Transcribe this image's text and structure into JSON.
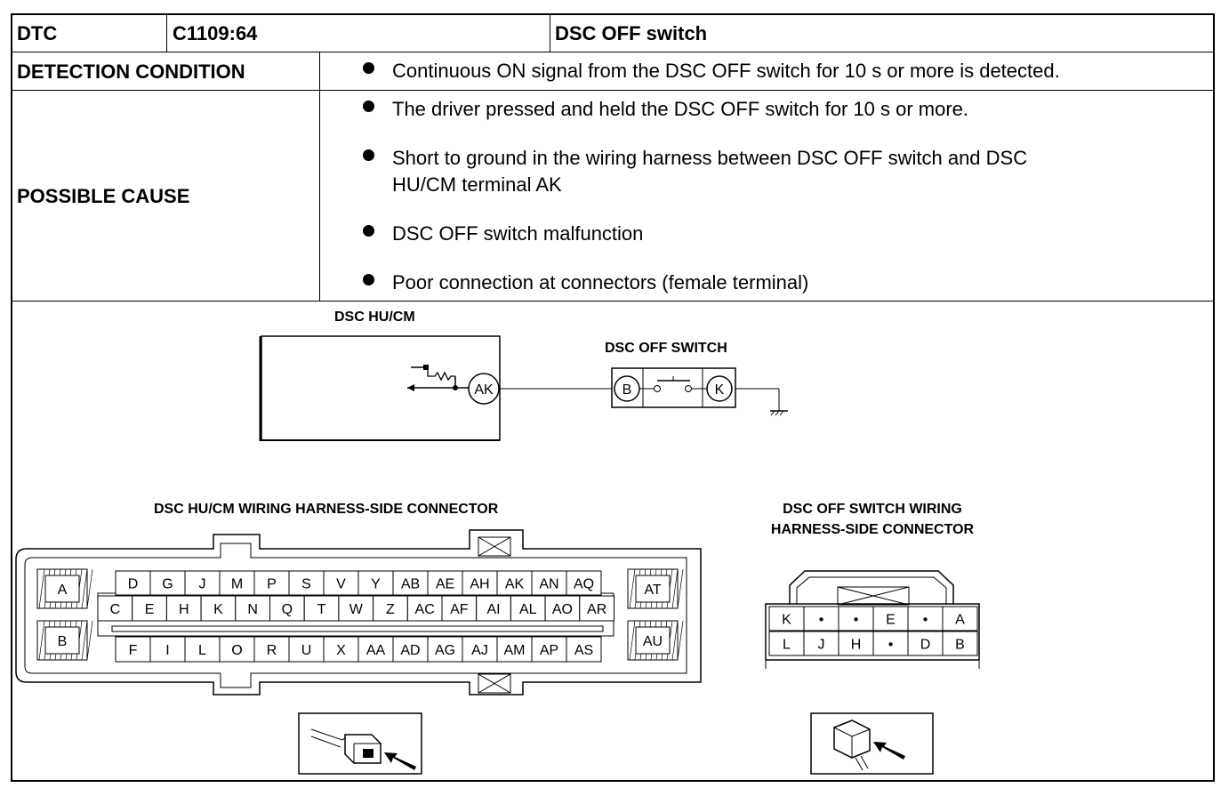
{
  "header": {
    "dtc_label": "DTC",
    "dtc_code": "C1109:64",
    "dtc_name": "DSC OFF switch"
  },
  "detection": {
    "label": "DETECTION CONDITION",
    "items": [
      "Continuous ON signal from the DSC OFF switch for 10 s or more is detected."
    ]
  },
  "cause": {
    "label": "POSSIBLE CAUSE",
    "items": [
      "The driver pressed and held the DSC OFF switch for 10 s or more.",
      "Short to ground in the wiring harness between DSC OFF switch and DSC",
      "HU/CM terminal AK",
      "DSC OFF switch malfunction",
      "Poor connection at connectors (female terminal)"
    ]
  },
  "diagram": {
    "hucm_title": "DSC HU/CM",
    "hucm_terminal": "AK",
    "switch_title": "DSC OFF SWITCH",
    "switch_terminal_b": "B",
    "switch_terminal_k": "K",
    "hucm_connector_title": "DSC HU/CM WIRING HARNESS-SIDE CONNECTOR",
    "switch_connector_title_1": "DSC OFF SWITCH WIRING",
    "switch_connector_title_2": "HARNESS-SIDE CONNECTOR",
    "hucm_side_left": [
      "A",
      "B"
    ],
    "hucm_side_right": [
      "AT",
      "AU"
    ],
    "hucm_row1": [
      "D",
      "G",
      "J",
      "M",
      "P",
      "S",
      "V",
      "Y",
      "AB",
      "AE",
      "AH",
      "AK",
      "AN",
      "AQ"
    ],
    "hucm_row2": [
      "C",
      "E",
      "H",
      "K",
      "N",
      "Q",
      "T",
      "W",
      "Z",
      "AC",
      "AF",
      "AI",
      "AL",
      "AO",
      "AR"
    ],
    "hucm_row3": [
      "F",
      "I",
      "L",
      "O",
      "R",
      "U",
      "X",
      "AA",
      "AD",
      "AG",
      "AJ",
      "AM",
      "AP",
      "AS"
    ],
    "switch_row1": [
      "K",
      "•",
      "•",
      "E",
      "•",
      "A"
    ],
    "switch_row2": [
      "L",
      "J",
      "H",
      "•",
      "D",
      "B"
    ]
  }
}
